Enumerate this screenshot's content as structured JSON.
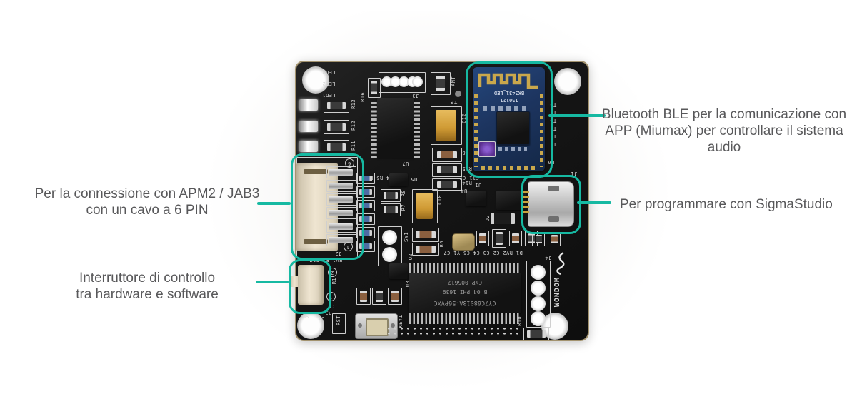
{
  "colors": {
    "accent_teal": "#16b9a2",
    "annotation_text": "#58585a",
    "board_black": "#161616",
    "ble_module_blue": "#1d3560",
    "capacitor_yellow": "#d8a53d",
    "connector_beige": "#e6dcc6"
  },
  "annotations": {
    "bluetooth": {
      "line1": "Bluetooth BLE per la comunicazione con",
      "line2": "APP (Miumax) per controllare il sistema audio"
    },
    "connector6pin": {
      "line1": "Per la connessione con APM2 / JAB3",
      "line2": "con un cavo a 6 PIN"
    },
    "hw_switch": {
      "line1": "Interruttore di controllo",
      "line2": "tra hardware e software"
    },
    "usb": {
      "line1": "Per programmare con SigmaStudio"
    }
  },
  "ble_module": {
    "name": "BK3431_LED",
    "code": "150121"
  },
  "main_chip": {
    "line1": "CY7C68013A-56PVXC",
    "line2": "B 04 PHI 1639",
    "line3": "CYP 005612"
  },
  "silkscreen": {
    "led3": "LED3",
    "led2": "LED2",
    "led1": "LED1",
    "r16": "R16",
    "j3": "J3",
    "r13": "R13",
    "r12": "R12",
    "r11": "R11",
    "u7": "U7",
    "r4r5r9": "R4 R5 R9",
    "ant": "ANT",
    "tp": "TP",
    "c12": "C12",
    "c8": "C8",
    "r15": "R15",
    "r14": "R14",
    "t6": "T6",
    "t5": "T5",
    "t4": "T4",
    "t3": "T3",
    "t2": "T2",
    "t1": "T1",
    "u6": "U6",
    "j1": "J1",
    "pin6": "6",
    "pin1": "1",
    "j2": "J2",
    "rv_row": "RV1 R2 R17",
    "u5": "U5",
    "r8": "R8",
    "r7": "R7",
    "c10": "C10",
    "c11c2": "C11 C2",
    "u1": "U1",
    "u4": "U4",
    "d2": "D2",
    "sw1": "SW1",
    "u2": "U2",
    "u3": "U3",
    "r6": "R6",
    "comp_row": "D1 RV2 C2 C3 C4 C6 Y1 C7",
    "circle2": "2",
    "circle1": "1",
    "r1": "R1",
    "c5": "C5",
    "r3": "R3",
    "c1": "C1",
    "sw": "SW",
    "rst": "RST",
    "key1": "KEY1",
    "j4": "J4",
    "r10": "R10",
    "wondom": "WONDOM"
  }
}
